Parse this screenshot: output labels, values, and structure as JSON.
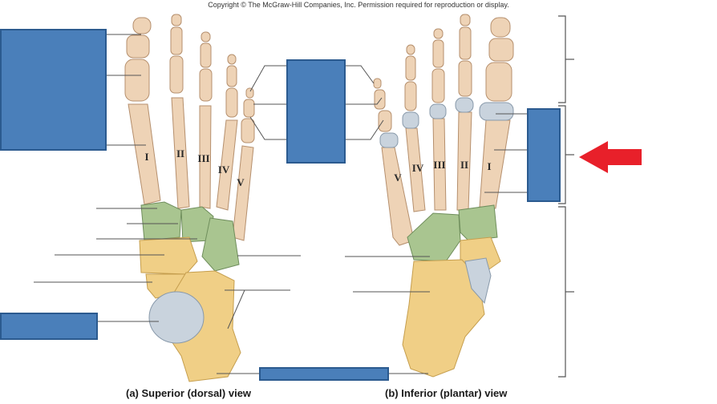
{
  "header": {
    "copyright": "Copyright © The McGraw-Hill Companies, Inc. Permission required for reproduction or display."
  },
  "views": {
    "superior": {
      "caption": "(a) Superior (dorsal) view"
    },
    "inferior": {
      "caption": "(b) Inferior (plantar) view"
    }
  },
  "toes_superior": [
    "I",
    "II",
    "III",
    "IV",
    "V"
  ],
  "toes_inferior": [
    "V",
    "IV",
    "III",
    "II",
    "I"
  ],
  "colors": {
    "label_box": "#4a7fba",
    "arrow": "#e8202a",
    "bone": "#eed3b6",
    "tarsal_green": "#a9c590",
    "tarsal_yellow": "#f0cf86",
    "cartilage": "#c9d3dd"
  },
  "icons": {
    "pointer": "red-arrow-left-icon"
  }
}
